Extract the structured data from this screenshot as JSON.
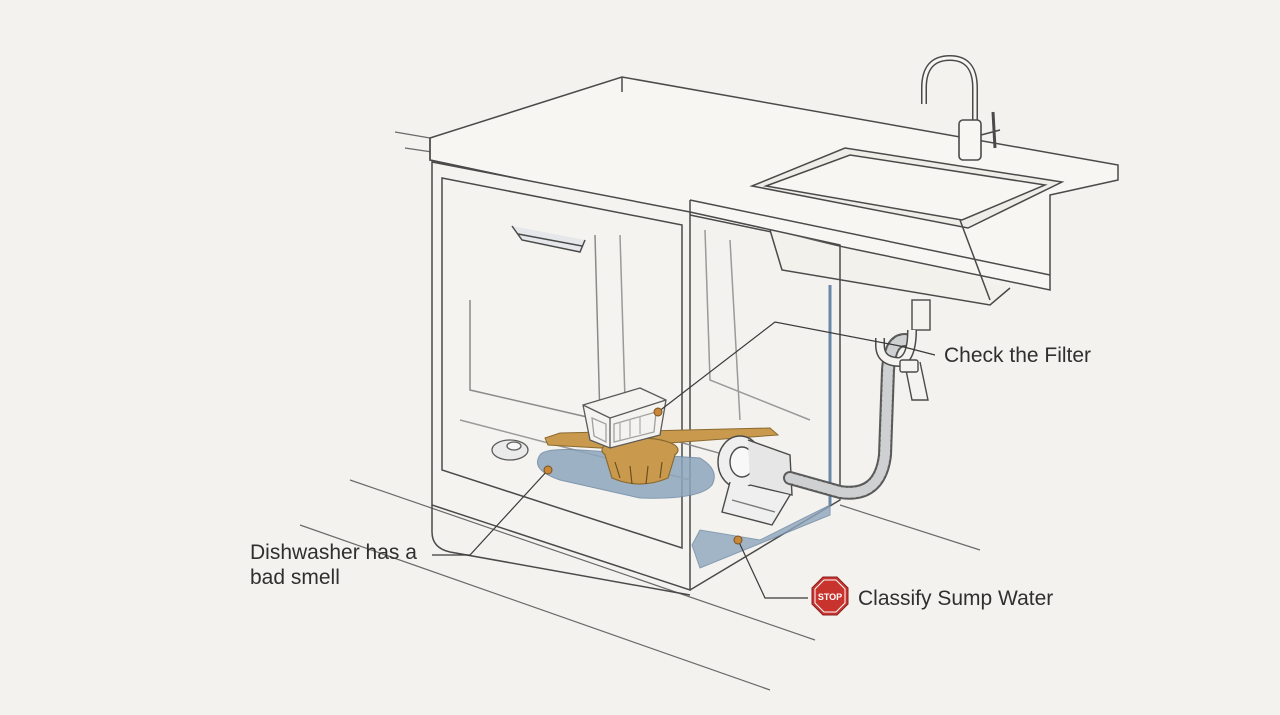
{
  "callouts": {
    "check_filter": "Check the Filter",
    "bad_smell_line1": "Dishwasher has a",
    "bad_smell_line2": "bad smell",
    "classify_sump": "Classify Sump Water",
    "stop_sign_text": "STOP"
  },
  "icons": {
    "stop": "stop-sign-icon"
  },
  "colors": {
    "background": "#f3f2ee",
    "line": "#4a4a4a",
    "water": "#8fa6bd",
    "filter_gold": "#c99a4e",
    "stop_red": "#c8342d"
  }
}
